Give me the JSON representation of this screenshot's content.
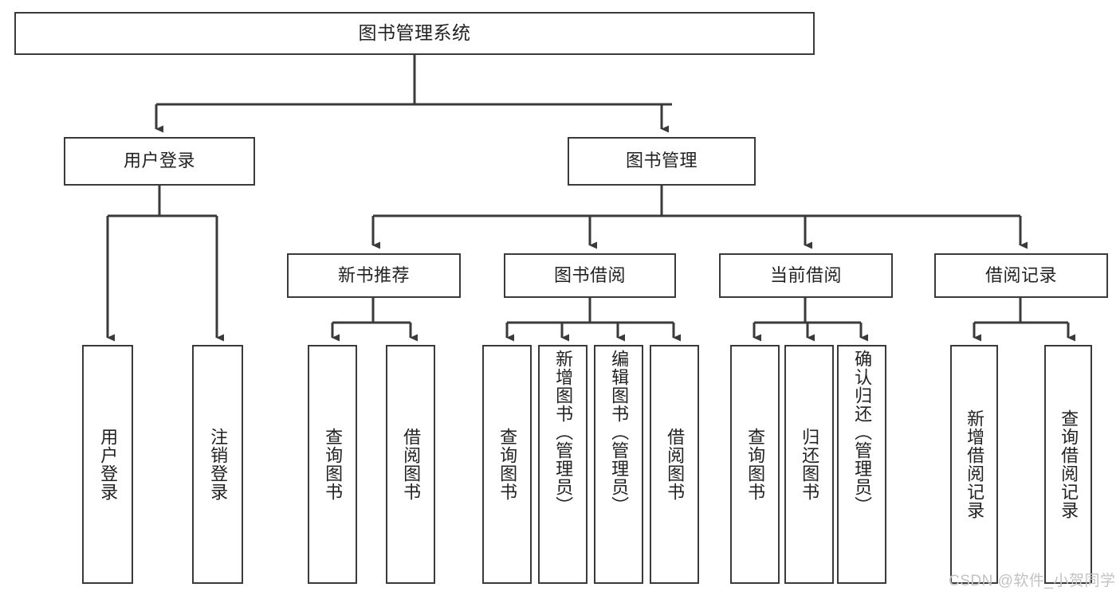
{
  "diagram": {
    "title": "图书管理系统",
    "type": "hierarchy-tree",
    "watermark": "CSDN @软件_小贺同学",
    "colors": {
      "stroke": "#3a3a3a",
      "text": "#222222",
      "background": "#ffffff",
      "watermark": "#c2c2c2"
    },
    "levels": {
      "root": {
        "label": "图书管理系统"
      },
      "level2": [
        {
          "label": "用户登录"
        },
        {
          "label": "图书管理"
        }
      ],
      "level3": [
        {
          "label": "新书推荐"
        },
        {
          "label": "图书借阅"
        },
        {
          "label": "当前借阅"
        },
        {
          "label": "借阅记录"
        }
      ],
      "leaves": [
        {
          "label": "用户登录",
          "parent": "用户登录"
        },
        {
          "label": "注销登录",
          "parent": "用户登录"
        },
        {
          "label": "查询图书",
          "parent": "新书推荐"
        },
        {
          "label": "借阅图书",
          "parent": "新书推荐"
        },
        {
          "label": "查询图书",
          "parent": "图书借阅"
        },
        {
          "label": "新增图书（管理员）",
          "parent": "图书借阅"
        },
        {
          "label": "编辑图书（管理员）",
          "parent": "图书借阅"
        },
        {
          "label": "借阅图书",
          "parent": "图书借阅"
        },
        {
          "label": "查询图书",
          "parent": "当前借阅"
        },
        {
          "label": "归还图书",
          "parent": "当前借阅"
        },
        {
          "label": "确认归还（管理员）",
          "parent": "当前借阅"
        },
        {
          "label": "新增借阅记录",
          "parent": "借阅记录"
        },
        {
          "label": "查询借阅记录",
          "parent": "借阅记录"
        }
      ]
    }
  }
}
